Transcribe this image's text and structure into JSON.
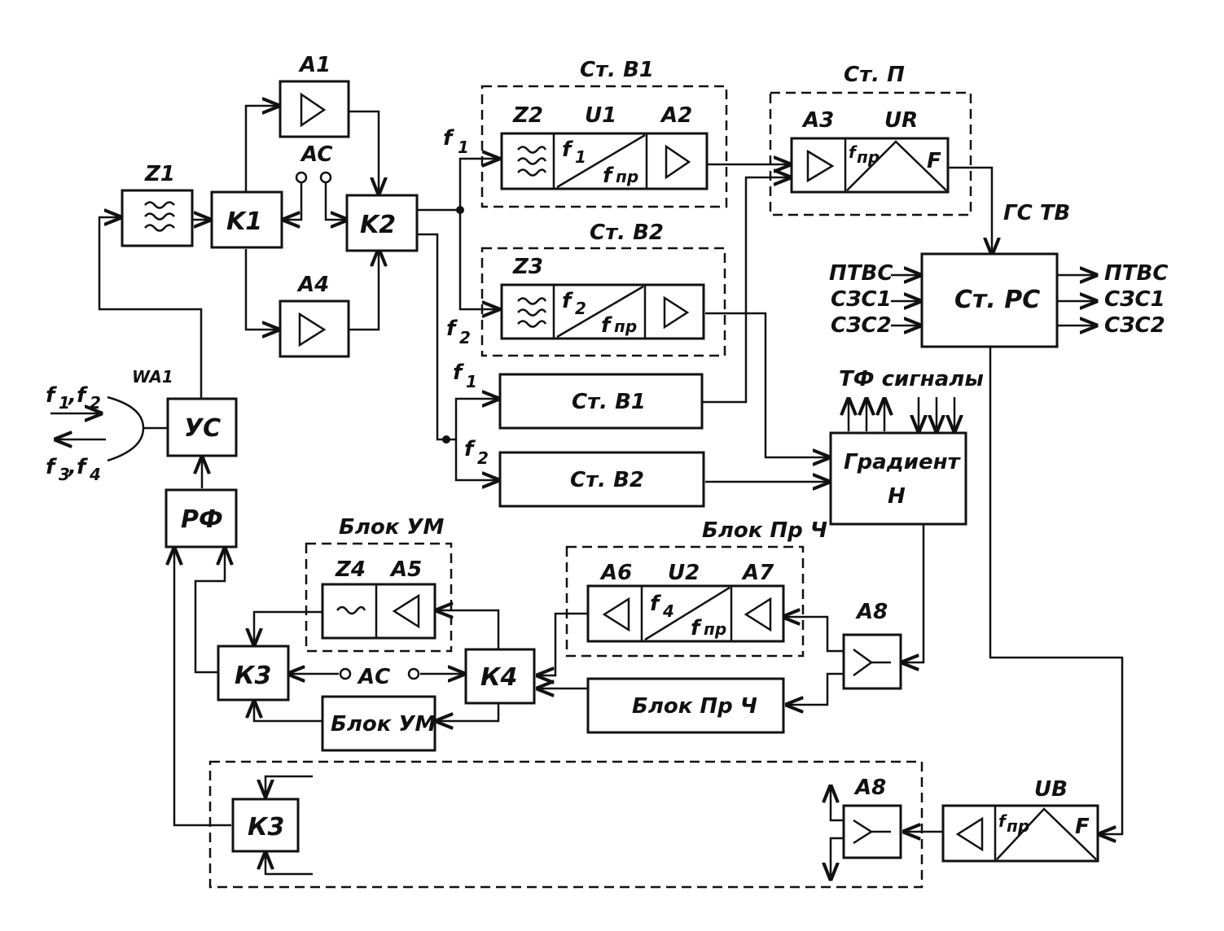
{
  "blocks": {
    "Z1": "Z1",
    "K1": "K1",
    "K2": "K2",
    "A1": "A1",
    "A4": "A4",
    "AC": "AC",
    "Z2": "Z2",
    "U1": "U1",
    "A2": "A2",
    "Z3": "Z3",
    "A3": "A3",
    "UR": "UR",
    "F": "F",
    "stV1": "Ст. В1",
    "stV2": "Ст. В2",
    "stP": "Ст. П",
    "stV1b": "Ст. В1",
    "stV2b": "Ст. В2",
    "stRC": "Ст. РС",
    "gradient_l1": "Градиент",
    "gradient_l2": "Н",
    "US": "УС",
    "RF": "РФ",
    "WA1": "WA1",
    "K3": "К3",
    "K4": "К4",
    "AC2": "АС",
    "blokUM": "Блок УМ",
    "Z4": "Z4",
    "A5": "A5",
    "blokPrCh": "Блок Пр Ч",
    "A6": "A6",
    "U2": "U2",
    "A7": "A7",
    "A8": "A8",
    "UB": "UB"
  },
  "freqs": {
    "f1": "f",
    "f2": "f",
    "f3": "f",
    "f4": "f",
    "fpr": "f",
    "sub1": "1",
    "sub2": "2",
    "sub3": "3",
    "sub4": "4",
    "subpr": "пр",
    "comma": ","
  },
  "signals": {
    "gs_tv": "ГС ТВ",
    "ptvs": "ПТВС",
    "szs1": "СЗС1",
    "szs2": "СЗС2",
    "tf": "ТФ сигналы"
  },
  "colors": {
    "ink": "#111111",
    "background": "#ffffff"
  }
}
